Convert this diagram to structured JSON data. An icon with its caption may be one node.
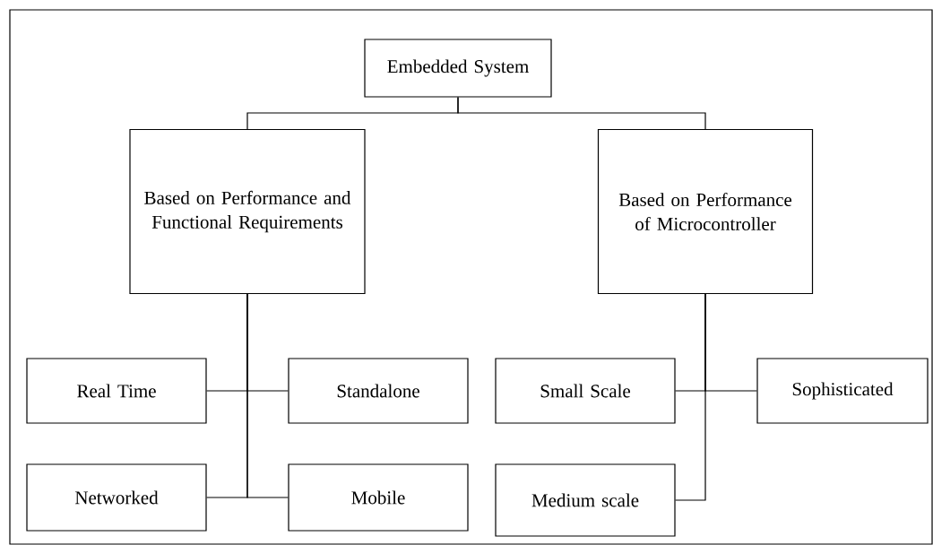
{
  "diagram": {
    "nodes": [
      {
        "text": [
          "Embedded System"
        ]
      },
      {
        "text": [
          "Based on Performance and Functional Requirements"
        ]
      },
      {
        "text": [
          "Based on Performance of Microcontroller"
        ]
      },
      {
        "text": [
          "Real Time"
        ]
      },
      {
        "text": [
          "Standalone"
        ]
      },
      {
        "text": [
          "Small Scale"
        ]
      },
      {
        "text": [
          "Sophisticated"
        ]
      },
      {
        "text": [
          "Networked"
        ]
      },
      {
        "text": [
          "Mobile"
        ]
      },
      {
        "text": [
          "Medium scale"
        ]
      }
    ],
    "edges": [
      {
        "from": 0,
        "to": 1,
        "arrow": "none"
      },
      {
        "from": 0,
        "to": 2,
        "arrow": "none"
      },
      {
        "from": 1,
        "to": 3,
        "arrow": "none"
      },
      {
        "from": 1,
        "to": 4,
        "arrow": "none"
      },
      {
        "from": 1,
        "to": 7,
        "arrow": "none"
      },
      {
        "from": 1,
        "to": 8,
        "arrow": "none"
      },
      {
        "from": 2,
        "to": 5,
        "arrow": "none"
      },
      {
        "from": 2,
        "to": 6,
        "arrow": "none"
      },
      {
        "from": 2,
        "to": 9,
        "arrow": "none"
      }
    ]
  }
}
